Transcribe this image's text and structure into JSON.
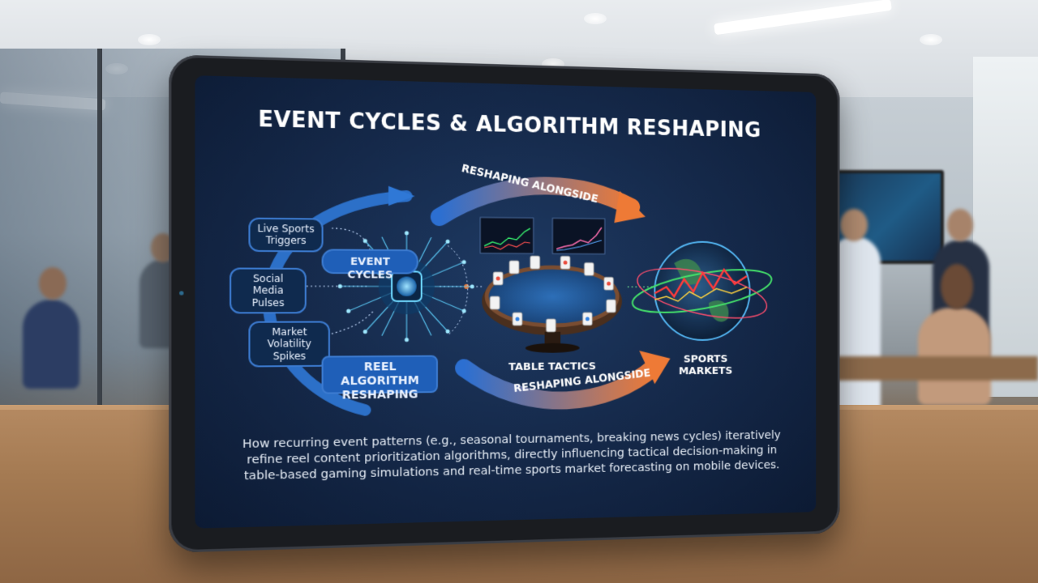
{
  "slide": {
    "title": "EVENT CYCLES & ALGORITHM RESHAPING",
    "event_cycles_label": "EVENT CYCLES",
    "reshaping_top": "RESHAPING ALONGSIDE",
    "reshaping_bottom": "RESHAPING ALONGSIDE",
    "triggers": [
      {
        "label": "Live Sports Triggers"
      },
      {
        "label": "Social Media Pulses"
      },
      {
        "label": "Market Volatility Spikes"
      }
    ],
    "reel_algorithm": "REEL ALGORITHM RESHAPING",
    "table_tactics": "TABLE TACTICS",
    "sports_markets": "SPORTS MARKETS",
    "caption": "How recurring event patterns (e.g., seasonal tournaments, breaking news cycles) iteratively refine reel content prioritization algorithms, directly influencing tactical decision-making in table-based gaming simulations and real-time sports market forecasting on mobile devices."
  },
  "colors": {
    "screen_bg": "#15294a",
    "accent_blue": "#3c7bd0",
    "arrow_orange": "#e8773b",
    "glow_cyan": "#4fc3ff"
  }
}
